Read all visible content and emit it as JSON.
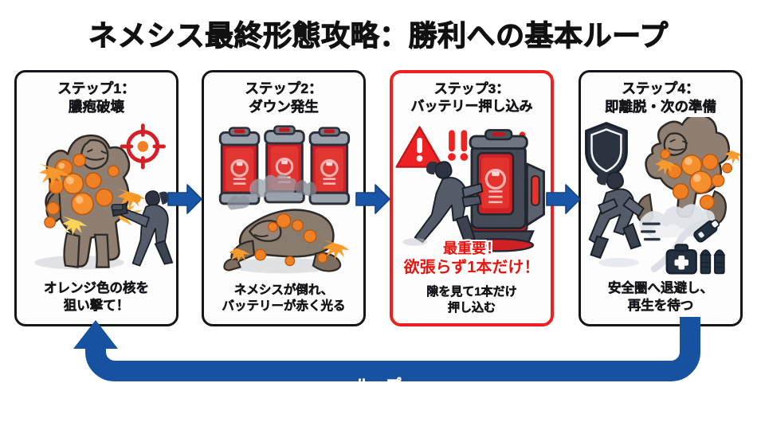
{
  "title": "ネメシス最終形態攻略：勝利への基本ループ",
  "colors": {
    "accent_blue": "#1a56a8",
    "loop_blue": "#16529f",
    "alert_red": "#ef2020",
    "warn_red": "#e8140f",
    "ink": "#15161a",
    "pustule_orange": "#f08023",
    "background": "#ffffff"
  },
  "cards": [
    {
      "id": "step-1",
      "title_line1": "ステップ1：",
      "title_line2": "膿疱破壊",
      "caption_line1": "オレンジ色の核を",
      "caption_line2": "狙い撃て！",
      "highlighted": false,
      "icons": [
        "nemesis-monster-icon",
        "crosshair-icon",
        "survivor-shooting-icon",
        "muzzle-flash-icon"
      ]
    },
    {
      "id": "step-2",
      "title_line1": "ステップ2：",
      "title_line2": "ダウン発生",
      "caption_line1": "ネメシスが倒れ、",
      "caption_line2": "バッテリーが赤く光る",
      "highlighted": false,
      "icons": [
        "battery-canister-icon",
        "battery-canister-icon",
        "battery-canister-icon",
        "downed-nemesis-icon",
        "smoke-icon"
      ]
    },
    {
      "id": "step-3",
      "title_line1": "ステップ3：",
      "title_line2": "バッテリー押し込み",
      "warn_line1": "最重要！",
      "warn_line2": "欲張らず1本だけ！",
      "caption_line1": "隙を見て1本だけ",
      "caption_line2": "押し込む",
      "highlighted": true,
      "icons": [
        "warning-triangle-icon",
        "exclamation-marks-icon",
        "battery-slot-icon",
        "survivor-pushing-icon"
      ]
    },
    {
      "id": "step-4",
      "title_line1": "ステップ4：",
      "title_line2": "即離脱・次の準備",
      "caption_line1": "安全圏へ退避し、",
      "caption_line2": "再生を待つ",
      "highlighted": false,
      "icons": [
        "shield-icon",
        "regenerating-nemesis-icon",
        "survivor-running-icon",
        "first-aid-kit-icon",
        "ammo-icon",
        "spray-icon"
      ]
    }
  ],
  "flow": {
    "step_arrow_label": "next-step",
    "loop_label": "ループ"
  }
}
